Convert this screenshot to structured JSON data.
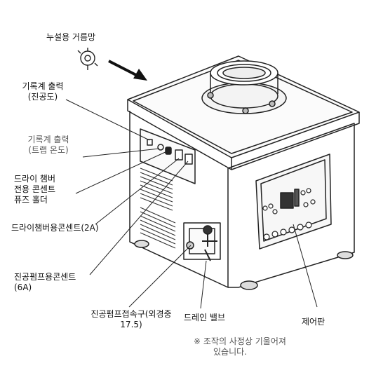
{
  "labels": {
    "strainer": "누설용 거름망",
    "recorder_vacuum": "기록계 출력",
    "recorder_vacuum_sub": "(진공도)",
    "recorder_trap": "기록계 출력",
    "recorder_trap_sub": "(트랩 온도)",
    "fuse_line1": "드라이 챔버",
    "fuse_line2": "전용 콘센트",
    "fuse_line3": "퓨즈 홀더",
    "dry_outlet": "드라이챔버용콘센트(2A)",
    "pump_outlet": "진공펌프용콘센트",
    "pump_outlet_sub": "(6A)",
    "pump_connector": "진공펌프접속구(외경중",
    "pump_connector_sub": "17.5)",
    "drain_valve": "드레인 밸브",
    "control_panel": "제어판",
    "note_line1": "※ 조작의 사정상 기울어져",
    "note_line2": "있습니다."
  },
  "icons": {
    "strainer": "strainer-icon",
    "arrow": "arrow-icon"
  }
}
